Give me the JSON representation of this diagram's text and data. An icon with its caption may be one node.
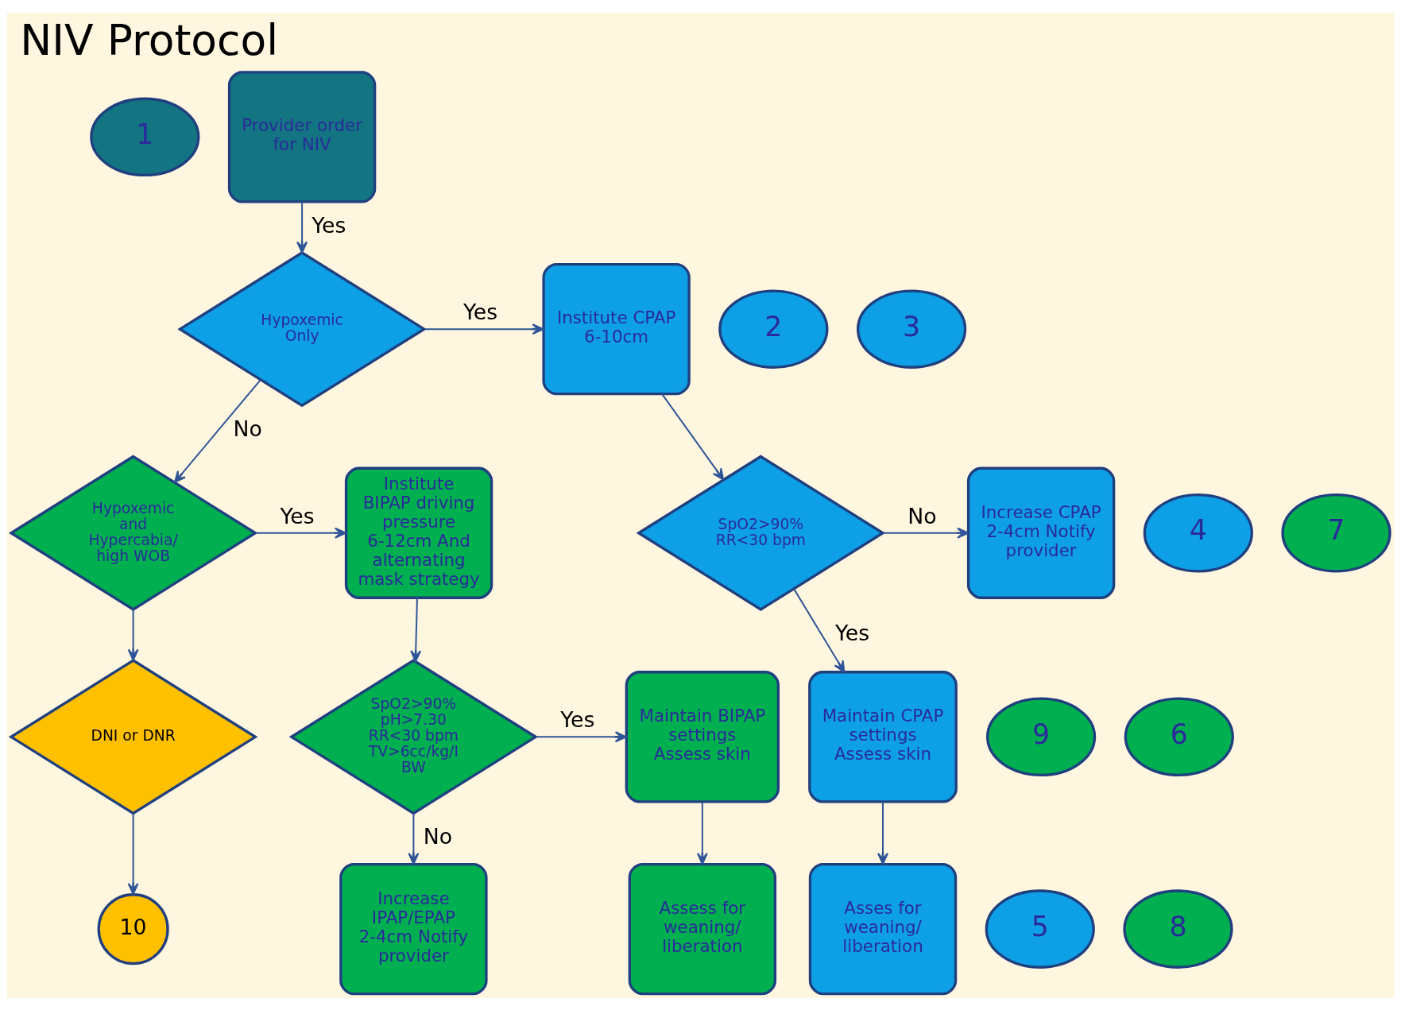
{
  "diagram": {
    "title": "NIV Protocol",
    "nodes": [
      {
        "text": [
          "1"
        ]
      },
      {
        "text": [
          "Provider order for NIV"
        ]
      },
      {
        "text": [
          "2"
        ]
      },
      {
        "text": [
          "3"
        ]
      },
      {
        "text": [
          "Hypoxemic Only"
        ]
      },
      {
        "text": [
          "Institute CPAP 6-10cm"
        ]
      },
      {
        "text": [
          "4"
        ]
      },
      {
        "text": [
          "7"
        ]
      },
      {
        "text": [
          "Hypoxemic and Hypercabia/ high WOB"
        ]
      },
      {
        "text": [
          "Institute BIPAP driving pressure 6-12cm And alternating mask strategy"
        ]
      },
      {
        "text": [
          "SpO2>90% RR<30 bpm"
        ]
      },
      {
        "text": [
          "Increase CPAP 2-4cm Notify provider"
        ]
      },
      {
        "text": [
          "9"
        ]
      },
      {
        "text": [
          "6"
        ]
      },
      {
        "text": [
          "Maintain BIPAP settings Assess skin"
        ]
      },
      {
        "text": [
          "SpO2>90% pH>7.30 RR<30 bpm TV>6cc/kg/I BW"
        ]
      },
      {
        "text": [
          "DNI or DNR"
        ]
      },
      {
        "text": [
          "Maintain CPAP settings Assess skin"
        ]
      },
      {
        "text": [
          "5"
        ]
      },
      {
        "text": [
          "Assess for weaning/ liberation"
        ]
      },
      {
        "text": [
          "Increase IPAP/EPAP 2-4cm Notify provider"
        ]
      },
      {
        "text": [
          "8"
        ]
      },
      {
        "text": [
          "10"
        ]
      },
      {
        "text": [
          "Asses for weaning/ liberation"
        ]
      }
    ],
    "edges": [
      {
        "from": 1,
        "to": 4,
        "arrow": "to",
        "label": "Yes"
      },
      {
        "from": 4,
        "to": 5,
        "arrow": "to",
        "label": "Yes"
      },
      {
        "from": 4,
        "to": 8,
        "arrow": "to",
        "label": "No"
      },
      {
        "from": 5,
        "to": 10,
        "arrow": "to"
      },
      {
        "from": 10,
        "to": 11,
        "arrow": "to",
        "label": "No"
      },
      {
        "from": 10,
        "to": 17,
        "arrow": "to",
        "label": "Yes"
      },
      {
        "from": 8,
        "to": 9,
        "arrow": "to",
        "label": "Yes"
      },
      {
        "from": 8,
        "to": 16,
        "arrow": "to"
      },
      {
        "from": 9,
        "to": 15,
        "arrow": "to"
      },
      {
        "from": 15,
        "to": 14,
        "arrow": "to",
        "label": "Yes"
      },
      {
        "from": 15,
        "to": 20,
        "arrow": "to",
        "label": "No"
      },
      {
        "from": 14,
        "to": 19,
        "arrow": "to"
      },
      {
        "from": 16,
        "to": 22,
        "arrow": "to"
      },
      {
        "from": 17,
        "to": 23,
        "arrow": "to"
      }
    ]
  }
}
